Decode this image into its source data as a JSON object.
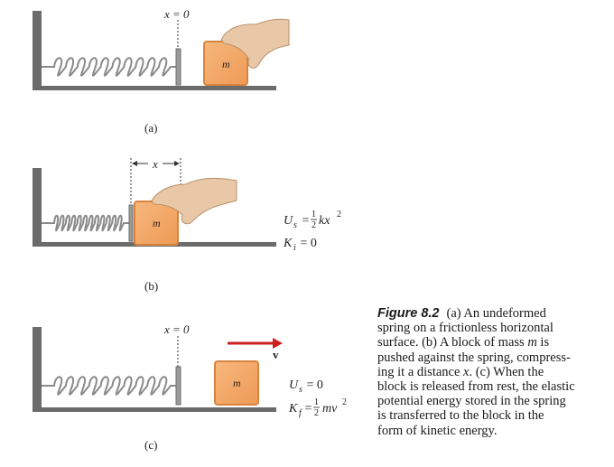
{
  "colors": {
    "block_fill": "#f2a463",
    "block_stroke": "#d9843e",
    "wall": "#6b6b6b",
    "spring": "#8a8a8a",
    "arrow": "#cc1f1f",
    "hand": "#e9c8a8"
  },
  "labels": {
    "x_equals_zero": "x = 0",
    "x_distance": "x",
    "mass": "m",
    "velocity": "v",
    "panel_a": "(a)",
    "panel_b": "(b)",
    "panel_c": "(c)"
  },
  "equations": {
    "us_b": {
      "lhs": "U",
      "sub": "s",
      "rhs_pre": " = ",
      "frac_num": "1",
      "frac_den": "2",
      "rhs_post": "kx",
      "sup": "2"
    },
    "ki_b": {
      "lhs": "K",
      "sub": "i",
      "rhs": " = 0"
    },
    "us_c": {
      "lhs": "U",
      "sub": "s",
      "rhs": " = 0"
    },
    "kf_c": {
      "lhs": "K",
      "sub": "f",
      "rhs_pre": " = ",
      "frac_num": "1",
      "frac_den": "2",
      "rhs_post": "mv",
      "sup": "2"
    }
  },
  "caption": {
    "label": "Figure 8.2",
    "lines": [
      [
        "(a) An undeformed"
      ],
      [
        "spring on a frictionless horizontal"
      ],
      [
        "surface. (b) A block of mass ",
        {
          "i": "m"
        },
        " is"
      ],
      [
        "pushed against the spring, compress-"
      ],
      [
        "ing it a distance ",
        {
          "i": "x"
        },
        ". (c) When the"
      ],
      [
        "block is released from rest, the elastic"
      ],
      [
        "potential energy stored in the spring"
      ],
      [
        "is transferred to the block in the"
      ],
      [
        "form of kinetic energy."
      ]
    ]
  }
}
